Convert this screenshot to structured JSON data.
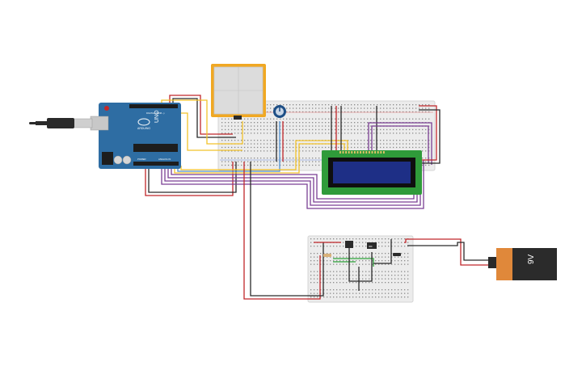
{
  "canvas": {
    "background": "#ffffff"
  },
  "arduino": {
    "brand_text": "ARDUINO",
    "model_text": "UNO",
    "board_color": "#2e6da3",
    "digital_header_label": "DIGITAL (PWM ~)",
    "power_header_label": "POWER",
    "analog_header_label": "ANALOG IN"
  },
  "battery": {
    "label": "9V",
    "body_color": "#2b2b2b",
    "cap_color": "#e0883a"
  },
  "lcd": {
    "screen_color": "#1e2f86",
    "board_color": "#2f9b3a"
  },
  "colors": {
    "wire_red": "#c0262a",
    "wire_black": "#2a2a2a",
    "wire_yellow": "#f2c22a",
    "wire_purple": "#7a3f93",
    "wire_green": "#2da33a",
    "wire_blue": "#4f8fd0",
    "breadboard": "#ececec",
    "keypad_frame": "#f0a823"
  },
  "icons": {
    "usb_cable": "usb-cable-icon",
    "potentiometer": "potentiometer-icon",
    "transistor": "transistor-icon",
    "resistor": "resistor-icon"
  }
}
